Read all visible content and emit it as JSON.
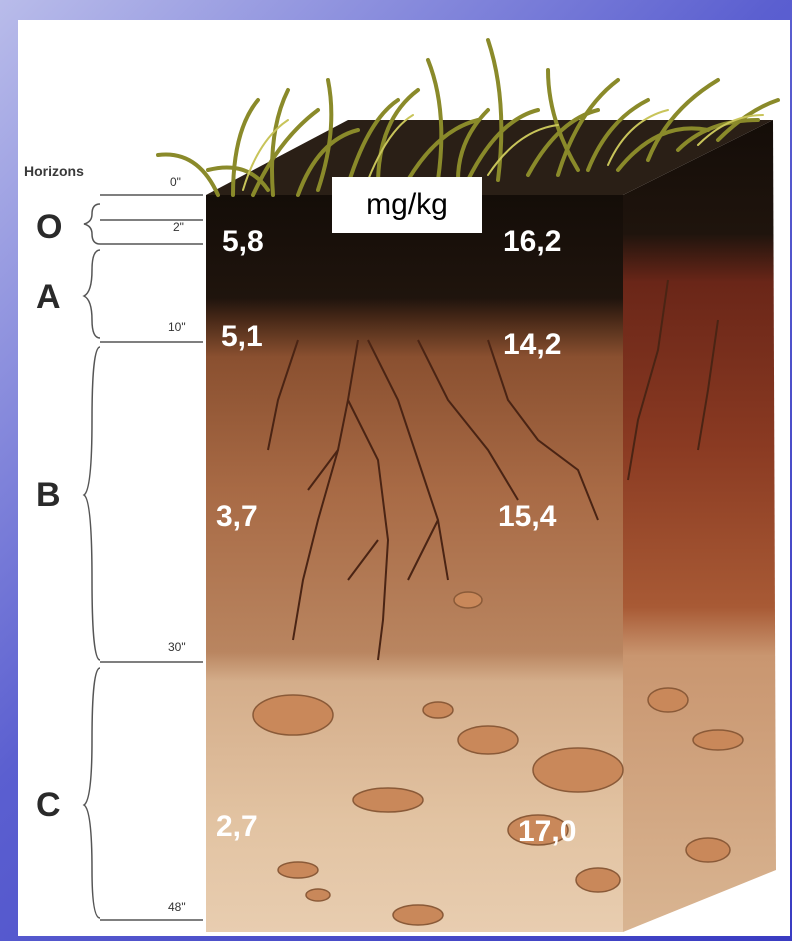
{
  "horizons_label": "Horizons",
  "unit": "mg/kg",
  "depth_marks": [
    "0\"",
    "2\"",
    "10\"",
    "30\"",
    "48\""
  ],
  "horizons": [
    "O",
    "A",
    "B",
    "C"
  ],
  "values_left": [
    "5,8",
    "5,1",
    "3,7",
    "2,7"
  ],
  "values_right": [
    "16,2",
    "14,2",
    "15,4",
    "17,0"
  ],
  "colors": {
    "background": "#4a4dcb",
    "topsoil": "#1e140e",
    "subsoil": "#a86a42",
    "parent_material": "#d8b48e",
    "grass": "#8a8a2a",
    "value_text": "#ffffff"
  }
}
